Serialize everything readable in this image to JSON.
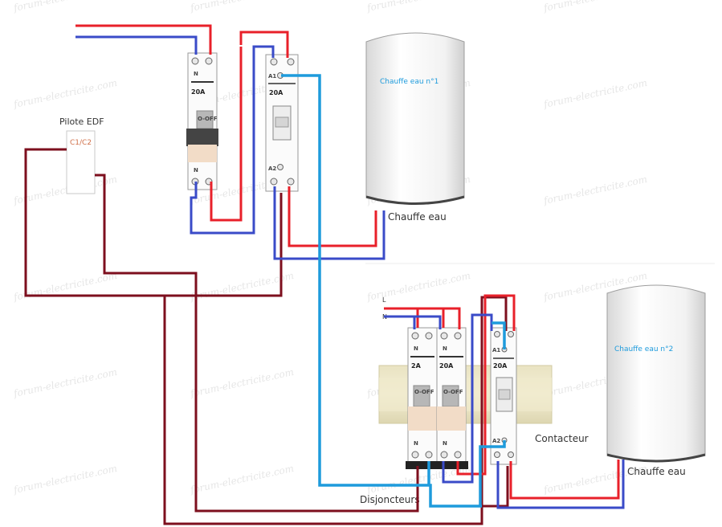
{
  "watermark": "forum-electricite.com",
  "labels": {
    "pilote_title": "Pilote EDF",
    "pilote_contact": "C1/C2",
    "heater1_name": "Chauffe eau n°1",
    "heater1_label": "Chauffe eau",
    "heater2_name": "Chauffe eau n°2",
    "heater2_label": "Chauffe eau",
    "contacteur": "Contacteur",
    "disjoncteurs": "Disjoncteurs",
    "supply_l": "L",
    "supply_n": "N"
  },
  "devices": {
    "breaker_top": {
      "neutral_top": "N",
      "rating": "20A",
      "neutral_bottom": "N",
      "handle": "O-OFF"
    },
    "contactor_top": {
      "a1": "A1",
      "a2": "A2",
      "rating": "20A"
    },
    "breaker_2a": {
      "neutral_top": "N",
      "rating": "2A",
      "neutral_bottom": "N",
      "handle": "O-OFF"
    },
    "breaker_20a": {
      "neutral_top": "N",
      "rating": "20A",
      "neutral_bottom": "N",
      "handle": "O-OFF"
    },
    "contactor_bottom": {
      "a1": "A1",
      "a2": "A2",
      "rating": "20A"
    }
  },
  "colors": {
    "phase": "#e8202a",
    "neutral": "#3a4bc8",
    "control": "#1e9bdc",
    "pilot": "#7d0f1e",
    "watermark": "#e6e6e6",
    "heater_title": "#1e9bdc",
    "pilote_contact": "#d0704a"
  }
}
